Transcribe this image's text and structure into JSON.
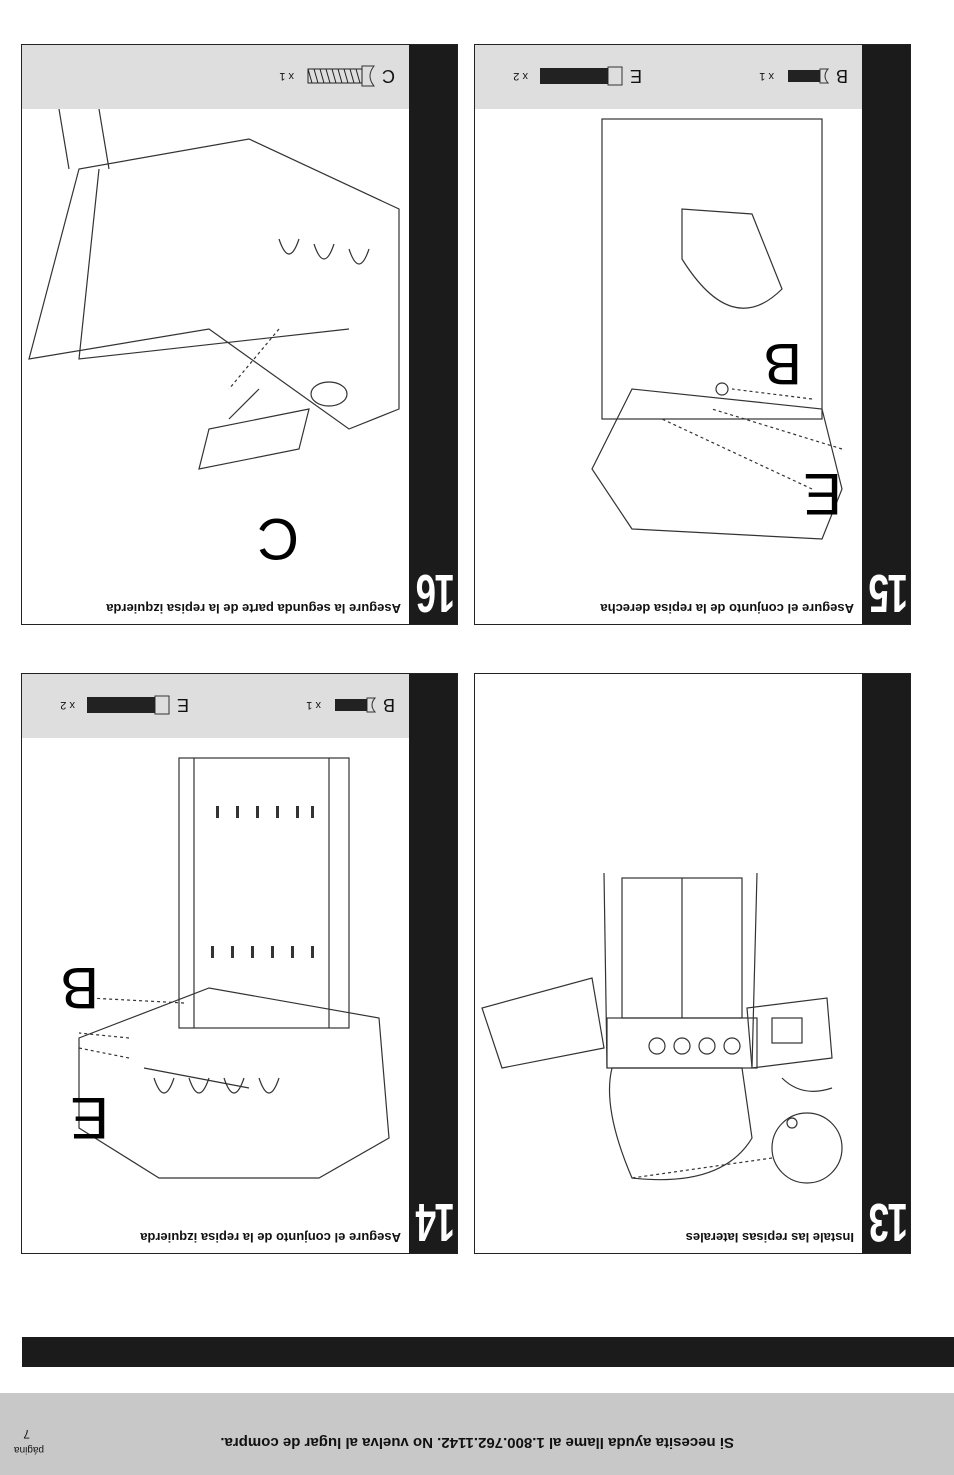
{
  "help": {
    "text": "Si necesita ayuda llame al 1.800.762.1142. No vuelva al lugar de compra."
  },
  "page": {
    "label": "página",
    "number": "7"
  },
  "steps": [
    {
      "number": "13",
      "title": "Instale las repisas laterales",
      "hardware": []
    },
    {
      "number": "14",
      "title": "Asegure el conjunto de la repisa izquierda",
      "hardware": [
        {
          "letter": "B",
          "qty": "x 1"
        },
        {
          "letter": "E",
          "qty": "x 2"
        }
      ],
      "callouts": [
        "B",
        "E"
      ]
    },
    {
      "number": "15",
      "title": "Asegure el conjunto de la repisa derecha",
      "hardware": [
        {
          "letter": "B",
          "qty": "x 1"
        },
        {
          "letter": "E",
          "qty": "x 2"
        }
      ],
      "callouts": [
        "B",
        "E"
      ]
    },
    {
      "number": "16",
      "title": "Asegure la segunda parte de la repisa izquierda",
      "hardware": [
        {
          "letter": "C",
          "qty": "x 1"
        }
      ],
      "callouts": [
        "C"
      ]
    }
  ],
  "icons": {
    "bolt": "bolt-icon",
    "screw": "screw-icon"
  }
}
